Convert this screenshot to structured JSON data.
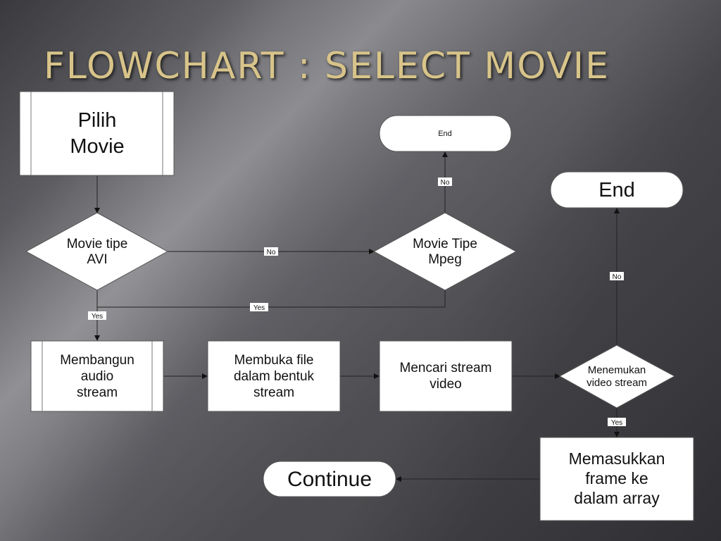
{
  "slide": {
    "title": "FLOWCHART : SELECT MOVIE"
  },
  "nodes": {
    "pilih_movie": [
      "Pilih",
      "Movie"
    ],
    "end_small": [
      "End"
    ],
    "end_large": [
      "End"
    ],
    "movie_tipe_avi": [
      "Movie tipe",
      "AVI"
    ],
    "movie_tipe_mpeg": [
      "Movie Tipe",
      "Mpeg"
    ],
    "membangun_audio": [
      "Membangun",
      "audio",
      "stream"
    ],
    "membuka_file": [
      "Membuka file",
      "dalam bentuk",
      "stream"
    ],
    "mencari_stream": [
      "Mencari stream",
      "video"
    ],
    "menemukan_video": [
      "Menemukan",
      "video stream"
    ],
    "memasukkan_frame": [
      "Memasukkan",
      "frame ke",
      "dalam array"
    ],
    "continue": [
      "Continue"
    ]
  },
  "edge_labels": {
    "avi_no": "No",
    "avi_yes": "Yes",
    "mpeg_yes": "Yes",
    "mpeg_no": "No",
    "menemukan_no": "No",
    "menemukan_yes": "Yes"
  }
}
